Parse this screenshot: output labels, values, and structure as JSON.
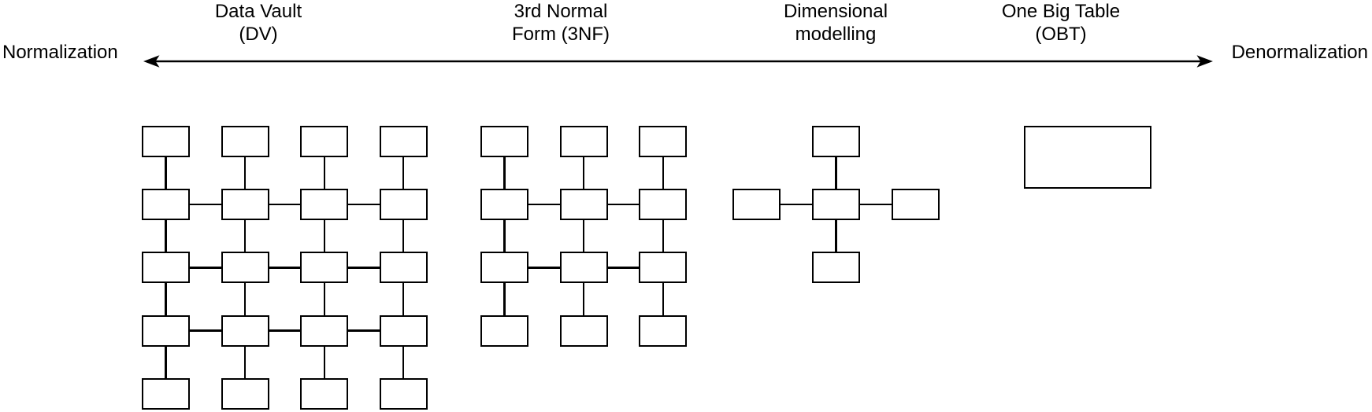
{
  "colors": {
    "stroke": "#000000",
    "fill": "#ffffff",
    "text": "#000000"
  },
  "axis": {
    "left_label": "Normalization",
    "right_label": "Denormalization",
    "arrow": "double-headed"
  },
  "approaches": [
    {
      "id": "dv",
      "label_line1": "Data Vault",
      "label_line2": "(DV)",
      "schema": {
        "type": "grid",
        "rows": 5,
        "cols": 4,
        "boxes": 20,
        "h_rows": [
          1,
          2,
          3
        ]
      }
    },
    {
      "id": "3nf",
      "label_line1": "3rd Normal",
      "label_line2": "Form (3NF)",
      "schema": {
        "type": "grid",
        "rows": 4,
        "cols": 3,
        "boxes": 12,
        "h_rows": [
          1,
          2
        ]
      }
    },
    {
      "id": "dimensional",
      "label_line1": "Dimensional",
      "label_line2": "modelling",
      "schema": {
        "type": "star",
        "dimensions": 4,
        "boxes": 5
      }
    },
    {
      "id": "obt",
      "label_line1": "One Big Table",
      "label_line2": "(OBT)",
      "schema": {
        "type": "single",
        "boxes": 1
      }
    }
  ]
}
